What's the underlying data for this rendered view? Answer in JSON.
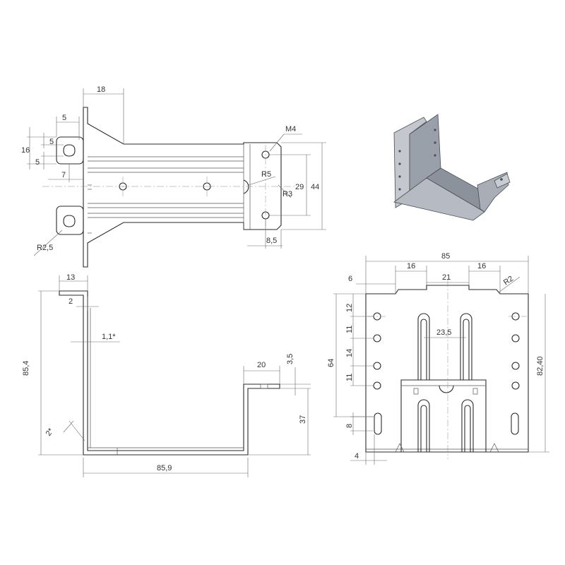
{
  "drawing": {
    "top_view": {
      "dims": {
        "d18": "18",
        "d5a": "5",
        "d5b": "5",
        "d16": "16",
        "d5c": "5",
        "d7": "7",
        "dM4": "M4",
        "dR5": "R5",
        "dR3": "R3",
        "d29": "29",
        "d44": "44",
        "d85": "8,5",
        "dR25": "R2,5"
      }
    },
    "side_view": {
      "dims": {
        "d13": "13",
        "d2": "2",
        "d11": "1,1*",
        "d854": "85,4",
        "d20": "20",
        "d35": "3,5",
        "d37": "37",
        "d2deg": "2*",
        "d859": "85,9"
      }
    },
    "front_view": {
      "dims": {
        "d85": "85",
        "d16a": "16",
        "d16b": "16",
        "d6": "6",
        "d21": "21",
        "dR2": "R2",
        "d12": "12",
        "d11a": "11",
        "d235": "23,5",
        "d14": "14",
        "d11b": "11",
        "d64": "64",
        "d8240": "82,40",
        "d8": "8",
        "d4": "4"
      }
    },
    "colors": {
      "line": "#2a2a2a",
      "dim": "#6a6a6a",
      "iso_metal": "#a7abb3"
    }
  }
}
